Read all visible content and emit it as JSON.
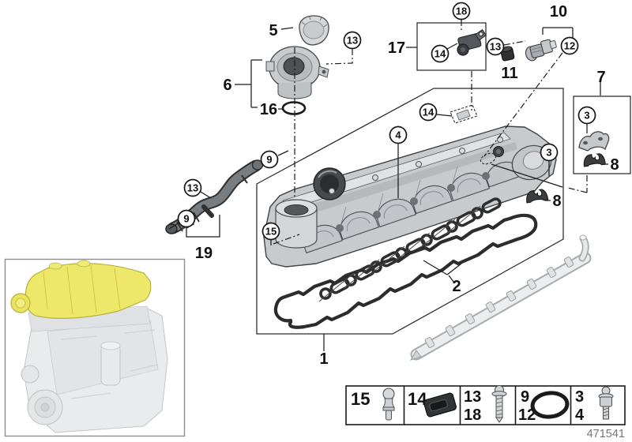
{
  "drawing": {
    "number": "471541"
  },
  "colors": {
    "highlight_yellow": "#ede869",
    "line": "#1c1c1c",
    "gasket": "#2c2c2c"
  },
  "callouts": {
    "circled": [
      {
        "label": "13"
      },
      {
        "label": "18"
      },
      {
        "label": "14"
      },
      {
        "label": "13"
      },
      {
        "label": "12"
      },
      {
        "label": "3"
      },
      {
        "label": "9"
      },
      {
        "label": "13"
      },
      {
        "label": "9"
      },
      {
        "label": "14"
      },
      {
        "label": "4"
      },
      {
        "label": "3"
      },
      {
        "label": "15"
      }
    ],
    "plain": [
      {
        "label": "5"
      },
      {
        "label": "6"
      },
      {
        "label": "16"
      },
      {
        "label": "17"
      },
      {
        "label": "10"
      },
      {
        "label": "11"
      },
      {
        "label": "7"
      },
      {
        "label": "8"
      },
      {
        "label": "8"
      },
      {
        "label": "19"
      },
      {
        "label": "1"
      },
      {
        "label": "2"
      }
    ]
  },
  "legend": {
    "cells": [
      {
        "row1": "15",
        "row2": "",
        "icon": "ball-stud-icon"
      },
      {
        "row1": "14",
        "row2": "",
        "icon": "rubber-plug-icon"
      },
      {
        "row1": "13",
        "row2": "18",
        "icon": "flange-screw-icon"
      },
      {
        "row1": "9",
        "row2": "12",
        "icon": "o-ring-icon"
      },
      {
        "row1": "3",
        "row2": "4",
        "icon": "stud-bolt-icon"
      }
    ]
  }
}
